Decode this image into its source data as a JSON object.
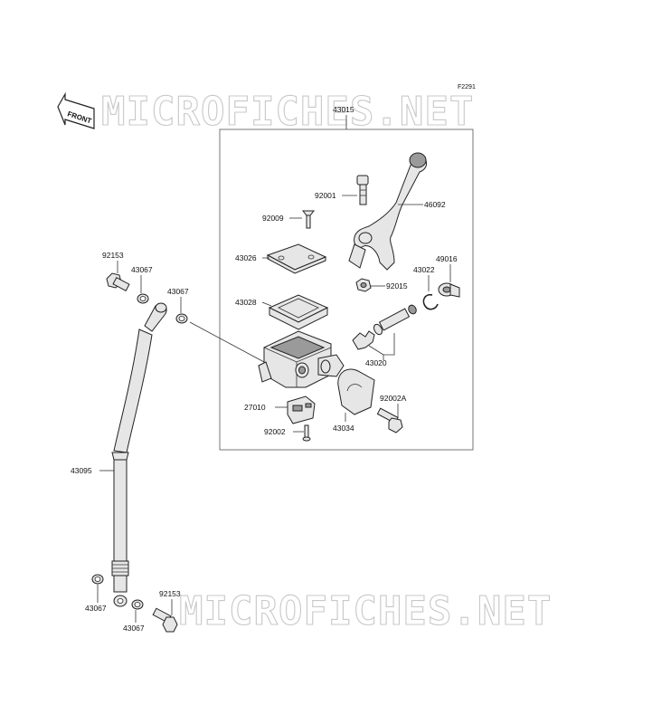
{
  "diagram_code": "F2291",
  "watermark": "MICROFICHES.NET",
  "direction_badge": "FRONT",
  "parts": {
    "assembly": "43015",
    "bolt_top": "92001",
    "lever": "46092",
    "screw_cap": "92009",
    "cap": "43026",
    "bushing": "49016",
    "clip": "43022",
    "nut": "92015",
    "diaphragm": "43028",
    "piston_set": "43020",
    "switch": "27010",
    "bolt_clamp": "92002A",
    "clamp": "43034",
    "screw_switch": "92002",
    "banjo_top": "92153",
    "washer_a": "43067",
    "washer_b": "43067",
    "hose": "43095",
    "washer_c": "43067",
    "banjo_bottom": "92153",
    "washer_d": "43067"
  },
  "colors": {
    "line": "#222222",
    "fill": "#e6e6e6",
    "watermark": "#c8c8c8"
  }
}
